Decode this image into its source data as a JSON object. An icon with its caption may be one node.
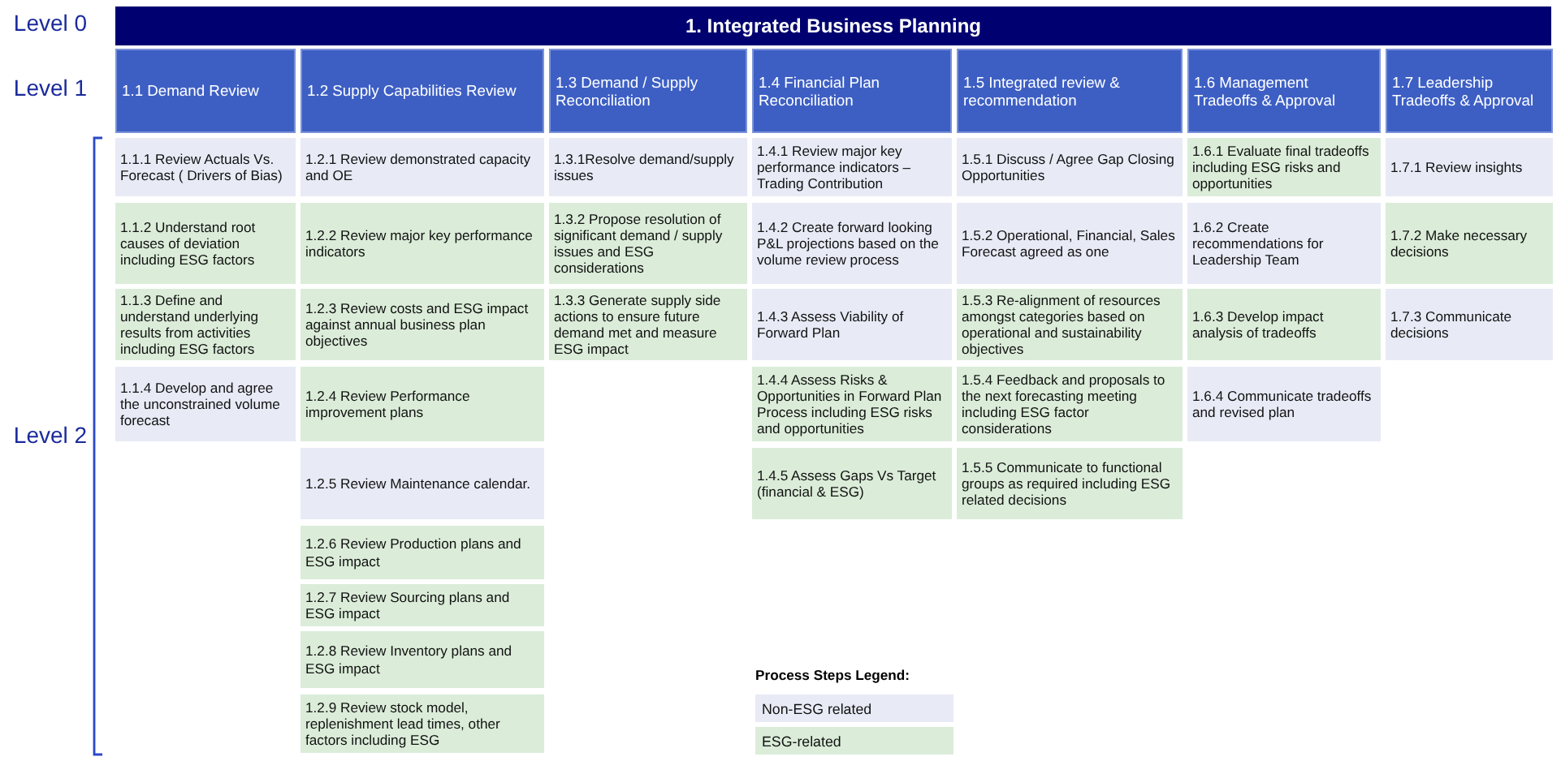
{
  "diagram": {
    "nodes": [
      {
        "text": [
          "1. Integrated Business Planning"
        ]
      },
      {
        "text": [
          "1.1 Demand Review"
        ]
      },
      {
        "text": [
          "1.2 Supply Capabilities Review"
        ]
      },
      {
        "text": [
          "1.3 Demand / Supply Reconciliation"
        ]
      },
      {
        "text": [
          "1.4 Financial Plan Reconciliation"
        ]
      },
      {
        "text": [
          "1.5 Integrated review & recommendation"
        ]
      },
      {
        "text": [
          "1.6 Management Tradeoffs & Approval"
        ]
      },
      {
        "text": [
          "1.7 Leadership Tradeoffs & Approval"
        ]
      },
      {
        "text": [
          "1.1.1 Review Actuals Vs. Forecast ( Drivers of Bias)"
        ]
      },
      {
        "text": [
          "1.1.2 Understand root causes of deviation including ESG factors"
        ]
      },
      {
        "text": [
          "1.1.3 Define and understand underlying results from activities including ESG factors"
        ]
      },
      {
        "text": [
          "1.1.4 Develop and agree the unconstrained volume forecast"
        ]
      },
      {
        "text": [
          "1.2.1 Review demonstrated capacity and OE"
        ]
      },
      {
        "text": [
          "1.2.2 Review major key performance indicators"
        ]
      },
      {
        "text": [
          "1.2.3 Review costs and ESG impact against annual business plan objectives"
        ]
      },
      {
        "text": [
          "1.2.4 Review Performance improvement plans"
        ]
      },
      {
        "text": [
          "1.2.5 Review Maintenance calendar."
        ]
      },
      {
        "text": [
          "1.2.6 Review Production plans and ESG impact"
        ]
      },
      {
        "text": [
          "1.2.7 Review Sourcing plans and ESG impact"
        ]
      },
      {
        "text": [
          "1.2.8 Review Inventory plans and ESG impact"
        ]
      },
      {
        "text": [
          "1.2.9 Review stock model, replenishment lead times, other factors including ESG"
        ]
      },
      {
        "text": [
          "1.3.1Resolve demand/supply issues"
        ]
      },
      {
        "text": [
          "1.3.2 Propose resolution of significant demand / supply issues and ESG considerations"
        ]
      },
      {
        "text": [
          "1.3.3 Generate supply side actions to ensure future demand met and measure ESG impact"
        ]
      },
      {
        "text": [
          "1.4.1 Review major key performance indicators – Trading Contribution"
        ]
      },
      {
        "text": [
          "1.4.2 Create forward looking P&L projections based on the volume review process"
        ]
      },
      {
        "text": [
          "1.4.3 Assess Viability of Forward Plan"
        ]
      },
      {
        "text": [
          "1.4.4 Assess Risks & Opportunities in Forward Plan Process including ESG risks and opportunities"
        ]
      },
      {
        "text": [
          "1.4.5 Assess Gaps Vs Target (financial & ESG)"
        ]
      },
      {
        "text": [
          "1.5.1 Discuss / Agree Gap Closing Opportunities"
        ]
      },
      {
        "text": [
          "1.5.2 Operational, Financial, Sales Forecast agreed as one"
        ]
      },
      {
        "text": [
          "1.5.3 Re-alignment of resources amongst categories based on operational and sustainability objectives"
        ]
      },
      {
        "text": [
          "1.5.4 Feedback and proposals to the next forecasting meeting including ESG factor considerations"
        ]
      },
      {
        "text": [
          "1.5.5 Communicate to functional groups as required including ESG related decisions"
        ]
      },
      {
        "text": [
          "1.6.1 Evaluate final tradeoffs including ESG risks and opportunities"
        ]
      },
      {
        "text": [
          "1.6.2 Create recommendations for Leadership Team"
        ]
      },
      {
        "text": [
          "1.6.3 Develop impact analysis of tradeoffs"
        ]
      },
      {
        "text": [
          "1.6.4 Communicate tradeoffs and revised plan"
        ]
      },
      {
        "text": [
          "1.7.1 Review insights"
        ]
      },
      {
        "text": [
          "1.7.2 Make necessary decisions"
        ]
      },
      {
        "text": [
          "1.7.3 Communicate decisions"
        ]
      }
    ],
    "labels": [
      "Level 0",
      "Level 1",
      "Level 2",
      "Process Steps Legend:"
    ],
    "legend": [
      {
        "text": "Non-ESG related",
        "color": "#e8ebf6"
      },
      {
        "text": "ESG-related",
        "color": "#dbedd9"
      }
    ]
  }
}
